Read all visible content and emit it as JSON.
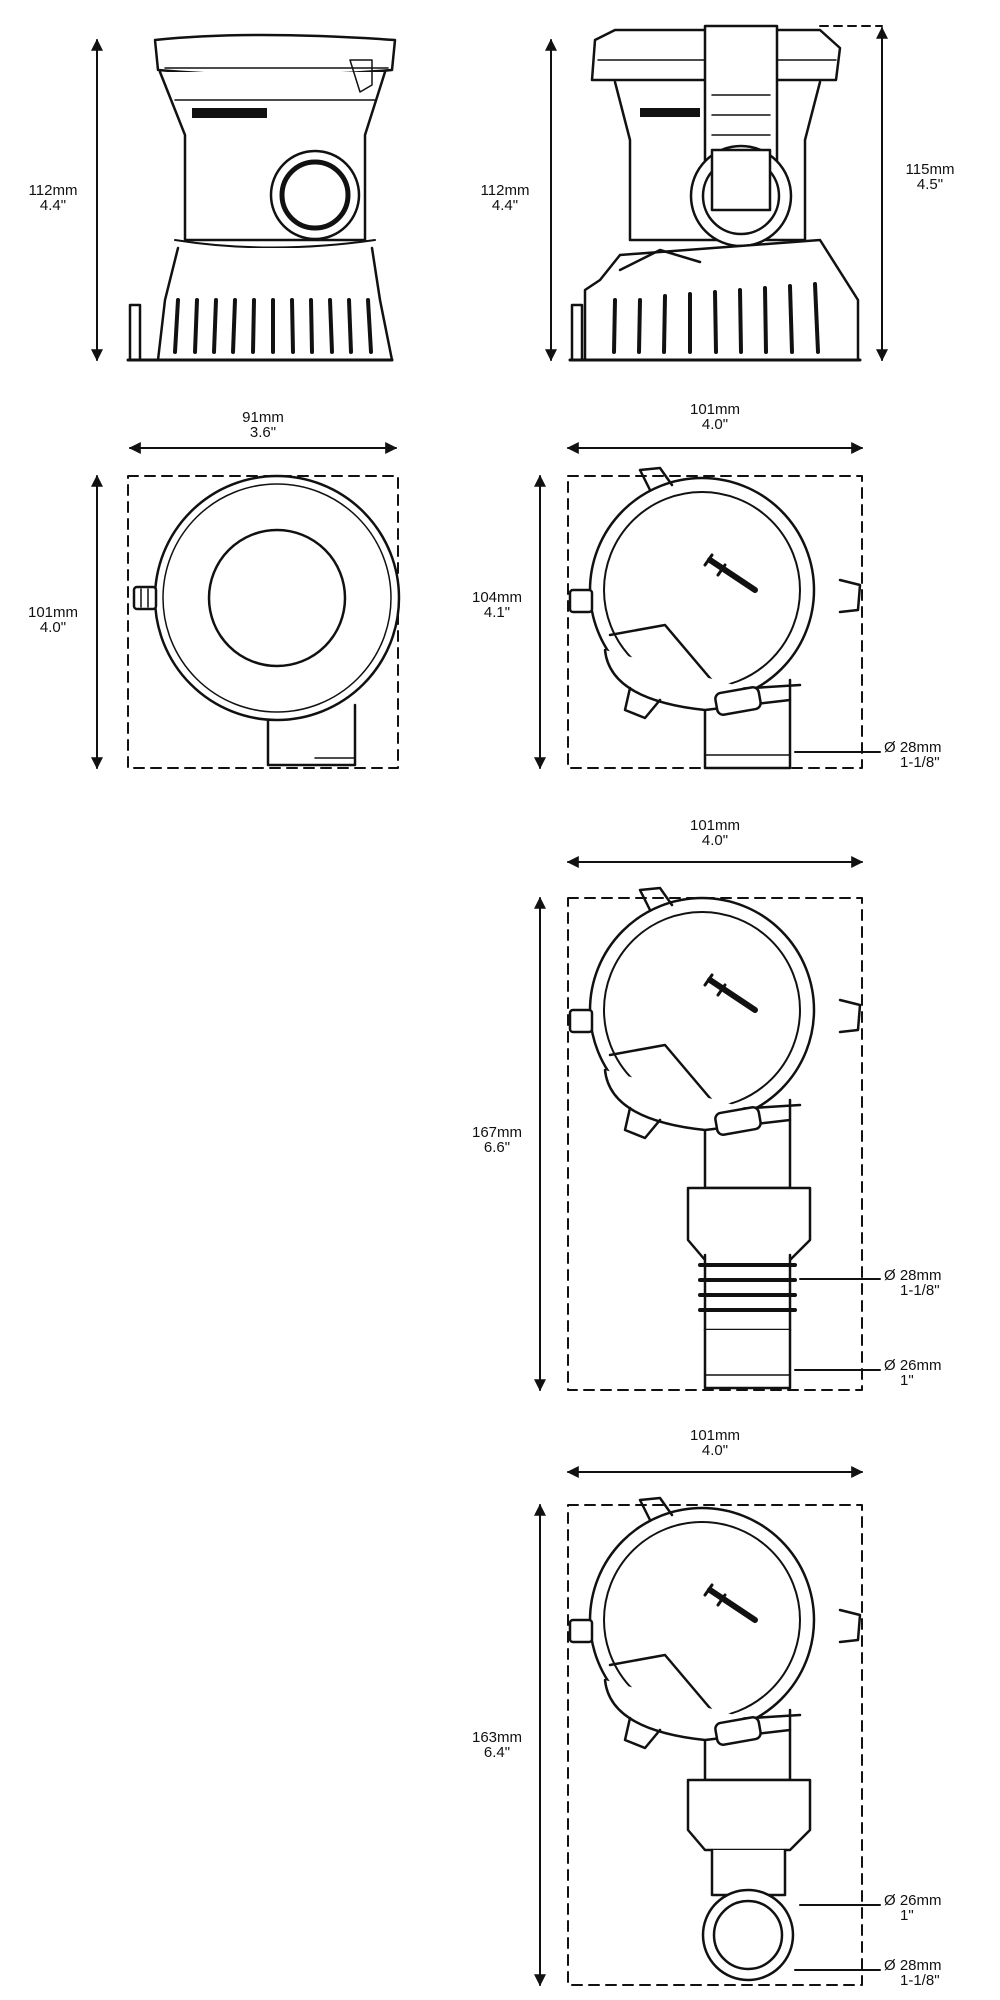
{
  "colors": {
    "line": "#111111",
    "background": "#ffffff"
  },
  "views": {
    "side_front": {
      "height_mm": "112mm",
      "height_in": "4.4\""
    },
    "side_rear": {
      "height_mm": "112mm",
      "height_in": "4.4\"",
      "total_mm": "115mm",
      "total_in": "4.5\""
    },
    "top_plain": {
      "width_mm": "91mm",
      "width_in": "3.6\"",
      "depth_mm": "101mm",
      "depth_in": "4.0\""
    },
    "top_straight": {
      "width_mm": "101mm",
      "width_in": "4.0\"",
      "depth_mm": "104mm",
      "depth_in": "4.1\"",
      "outlet_dia": "Ø 28mm",
      "outlet_in": "1-1/8\""
    },
    "top_stepped": {
      "width_mm": "101mm",
      "width_in": "4.0\"",
      "depth_mm": "167mm",
      "depth_in": "6.6\"",
      "dia1": "Ø 28mm",
      "dia1_in": "1-1/8\"",
      "dia2": "Ø 26mm",
      "dia2_in": "1\""
    },
    "top_elbow": {
      "width_mm": "101mm",
      "width_in": "4.0\"",
      "depth_mm": "163mm",
      "depth_in": "6.4\"",
      "dia1": "Ø 26mm",
      "dia1_in": "1\"",
      "dia2": "Ø 28mm",
      "dia2_in": "1-1/8\""
    }
  }
}
